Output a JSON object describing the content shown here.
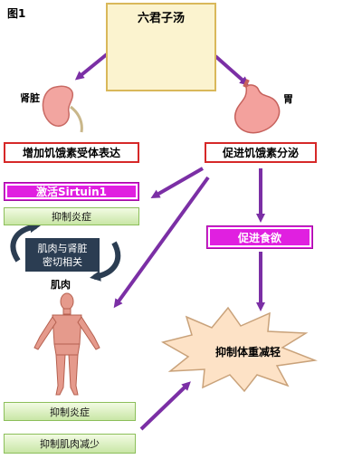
{
  "figure_label": "图1",
  "herb": {
    "title": "六君子汤"
  },
  "organs": {
    "kidney": "肾脏",
    "stomach": "胃"
  },
  "left_column": {
    "ghrelin_receptor": "增加饥饿素受体表达",
    "sirtuin": "激活Sirtuin1",
    "anti_inflammation_top": "抑制炎症",
    "cycle_text_line1": "肌肉与肾脏",
    "cycle_text_line2": "密切相关",
    "muscle": "肌肉",
    "anti_inflammation_bottom": "抑制炎症",
    "muscle_loss": "抑制肌肉减少"
  },
  "right_column": {
    "ghrelin_secretion": "促进饥饿素分泌",
    "appetite": "促进食欲",
    "weight_loss": "抑制体重减轻"
  },
  "colors": {
    "arrow_purple": "#7b2fa5",
    "red_border": "#d62828",
    "magenta": "#e020e0",
    "green": "#c9e6a6",
    "dark_navy": "#2b3d52"
  }
}
